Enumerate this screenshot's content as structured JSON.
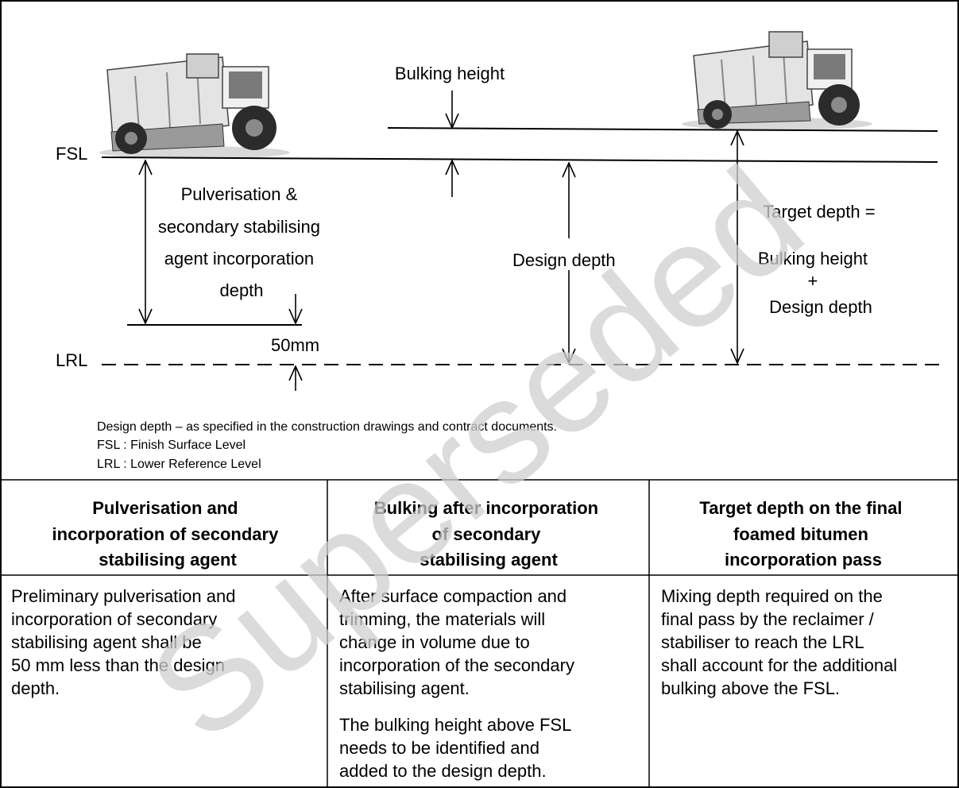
{
  "diagram": {
    "fsl_label": "FSL",
    "lrl_label": "LRL",
    "bulking_height_label": "Bulking height",
    "pulverisation_label_lines": [
      "Pulverisation &",
      "secondary stabilising",
      "agent incorporation",
      "depth"
    ],
    "offset_label": "50mm",
    "design_depth_label": "Design depth",
    "target_depth_lines": [
      "Target depth =",
      "Bulking height",
      "+",
      "Design depth"
    ],
    "notes": [
      "Design depth – as specified in the construction drawings and contract documents.",
      "FSL : Finish Surface Level",
      "LRL : Lower Reference Level"
    ]
  },
  "table": {
    "headers": [
      [
        "Pulverisation and",
        "incorporation of secondary",
        "stabilising agent"
      ],
      [
        "Bulking after incorporation",
        "of secondary",
        "stabilising agent"
      ],
      [
        "Target depth on the final",
        "foamed bitumen",
        "incorporation pass"
      ]
    ],
    "cells": [
      [
        "Preliminary pulverisation and",
        "incorporation of secondary",
        "stabilising agent shall be",
        "50 mm less than the design",
        "depth."
      ],
      [
        "After surface compaction and",
        "trimming, the materials will",
        "change in volume due to",
        "incorporation of the secondary",
        "stabilising agent."
      ],
      [
        "Mixing depth required on the",
        "final pass by the reclaimer /",
        "stabiliser to reach the LRL",
        "shall account for the additional",
        "bulking above the FSL."
      ]
    ],
    "cell2_extra": [
      "The bulking height above FSL",
      "needs to be identified and",
      "added to the design depth."
    ]
  },
  "watermark": "Superseded"
}
